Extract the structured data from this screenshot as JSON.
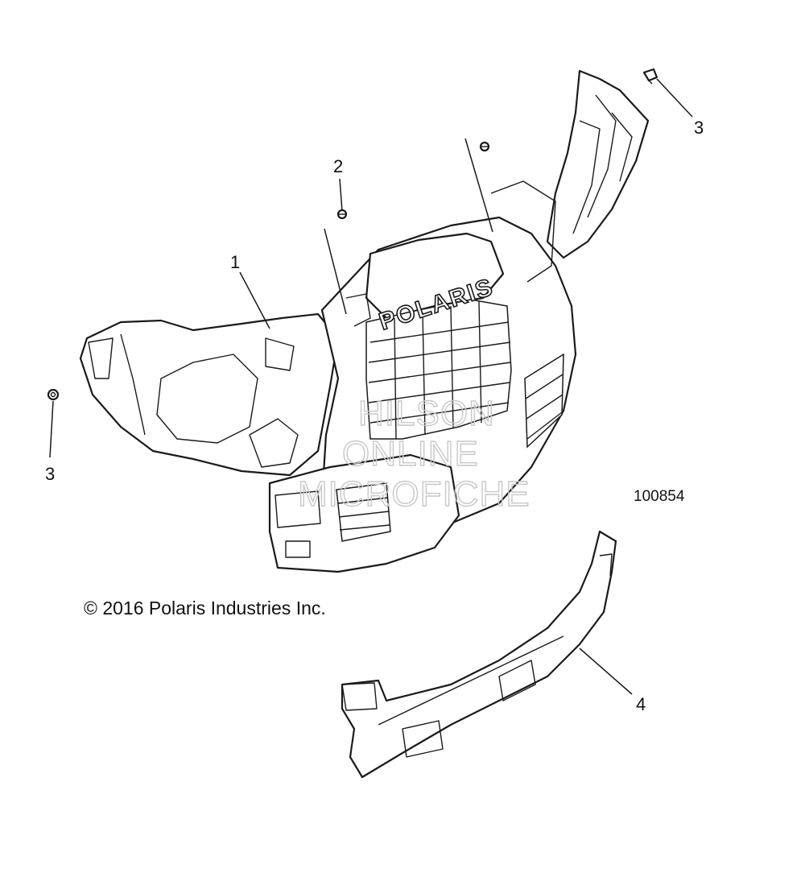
{
  "callouts": {
    "c1": "1",
    "c2": "2",
    "c3a": "3",
    "c3b": "3",
    "c4": "4"
  },
  "figure_number": "100854",
  "copyright": "© 2016 Polaris Industries Inc.",
  "brand_mark": "POLARIS",
  "watermark": [
    "HILSON",
    "ONLINE",
    "MICROFICHE"
  ],
  "colors": {
    "line": "#1a1a1a",
    "background": "#ffffff",
    "watermark": "#c8c8c8"
  }
}
